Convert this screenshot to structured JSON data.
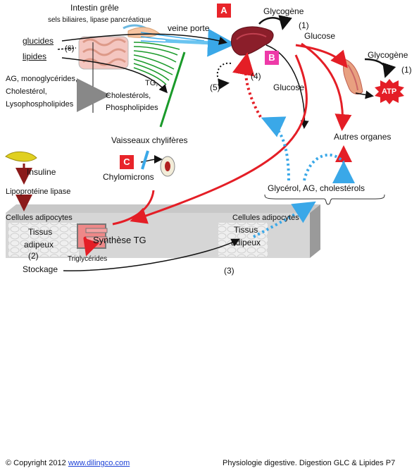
{
  "labels": {
    "intestin": "Intestin grêle",
    "sels": "sels biliaires, lipase pancréatique",
    "glucides": "glucides",
    "lipides": "lipides",
    "step6": "(6)",
    "ag_mono_1": "AG, monoglycérides,",
    "ag_mono_2": "Cholestérol,",
    "ag_mono_3": "Lysophospholipides",
    "tg_1": "TG,",
    "tg_2": "Cholestérols,",
    "tg_3": "Phospholipides",
    "veine_porte": "veine porte",
    "glycogene_liver": "Glycogène",
    "step1_liver": "(1)",
    "glucose_top": "Glucose",
    "glycogene_muscle": "Glycogène",
    "step1_muscle": "(1)",
    "atp": "ATP",
    "step4": "(4)",
    "step5": "(5)",
    "glucose_mid": "Glucose",
    "autres_organes": "Autres organes",
    "vaisseaux": "Vaisseaux  chylifères",
    "chylomicrons": "Chylomicrons",
    "insuline": "Insuline",
    "lipoproteine": "Lipoprotéine lipase",
    "glycerol": "Glycérol, AG, cholestérols",
    "cellules_left": "Cellules adipocytes",
    "cellules_right": "Cellules adipocytes",
    "tissus_left_1": "Tissus",
    "tissus_left_2": "adipeux",
    "step2": "(2)",
    "synthese": "Synthèse TG",
    "triglycerides": "Triglycérides",
    "stockage": "Stockage",
    "tissus_right_1": "Tissus",
    "tissus_right_2": "adipeux",
    "step3": "(3)"
  },
  "tags": {
    "a": "A",
    "b": "B",
    "c": "C"
  },
  "footer": {
    "copyright": "© Copyright 2012 ",
    "link": "www.dilingco.com",
    "right": "Physiologie digestive. Digestion GLC & Lipides P7"
  },
  "colors": {
    "red": "#e41e26",
    "dark_red": "#8b1a1a",
    "blue": "#3aa8e8",
    "green": "#1a9a2a",
    "tag_red": "#e8242a",
    "tag_pink": "#ee3aa8",
    "liver": "#8b1e2a"
  },
  "icons": [
    "liver-icon",
    "muscle-icon",
    "atp-burst-icon",
    "intestine-icon",
    "lymph-node-icon",
    "pancreas-icon",
    "adipose-block-icon"
  ]
}
